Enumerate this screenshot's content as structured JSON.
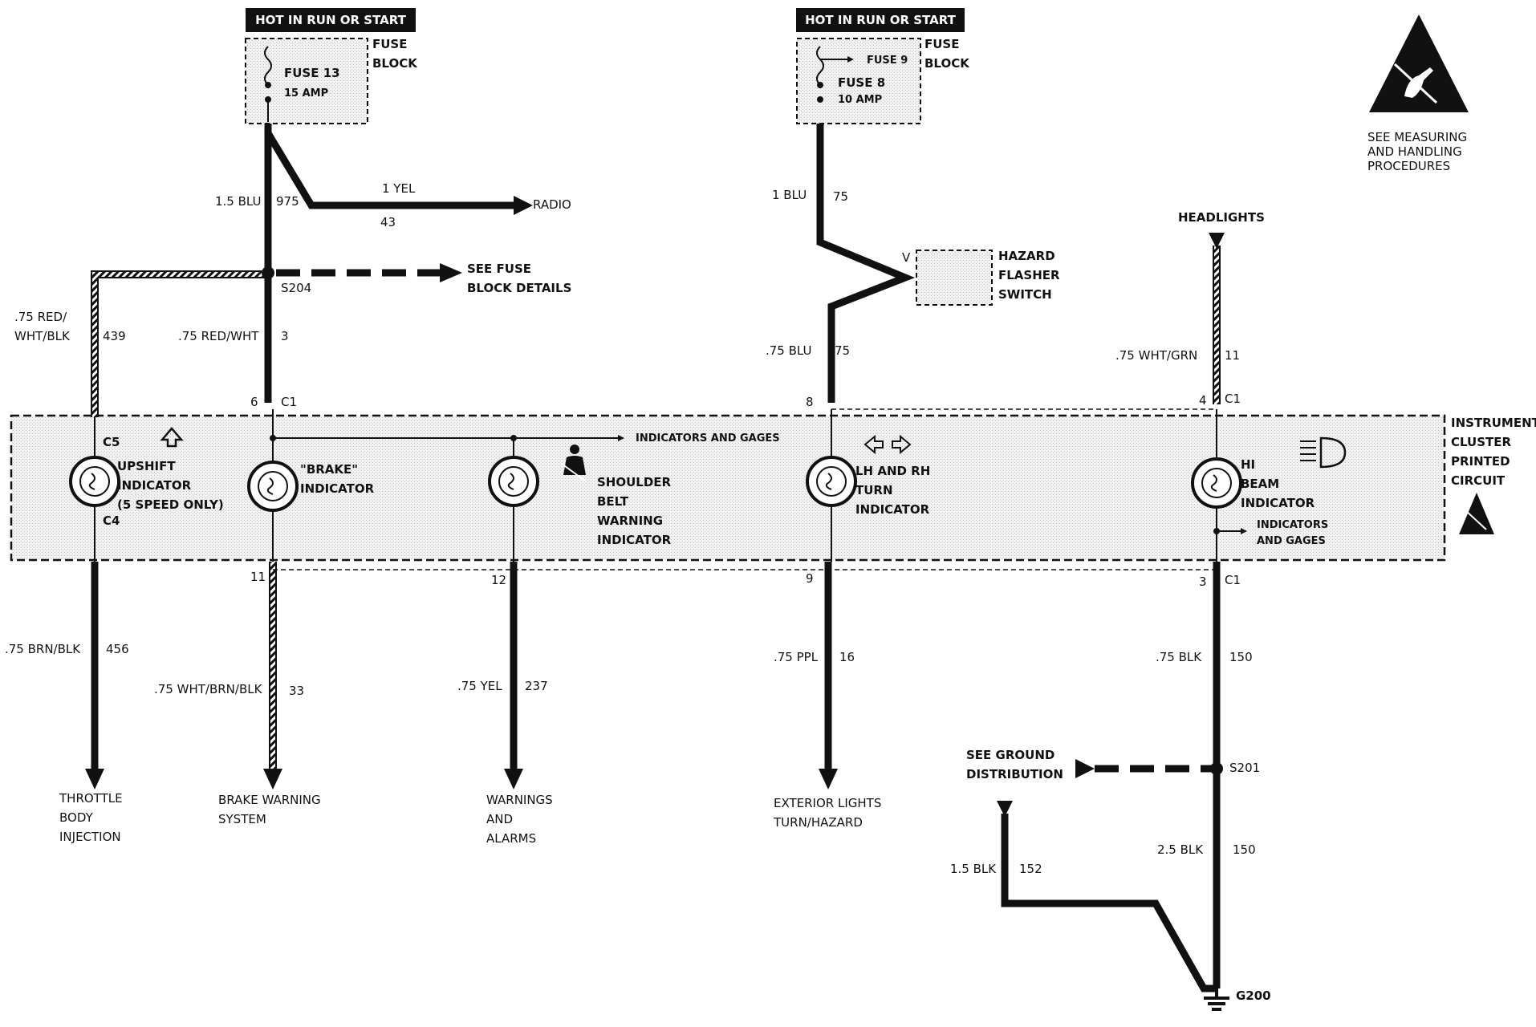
{
  "fuse_left": {
    "hot_label": "HOT IN RUN OR START",
    "block_label": [
      "FUSE",
      "BLOCK"
    ],
    "fuse_name": "FUSE 13",
    "fuse_rating": "15 AMP"
  },
  "fuse_right": {
    "hot_label": "HOT IN RUN OR START",
    "block_label": [
      "FUSE",
      "BLOCK"
    ],
    "fuse9_top": "FUSE 9",
    "fuse_name": "FUSE 8",
    "fuse_rating": "10 AMP"
  },
  "esd_notice": [
    "SEE MEASURING",
    "AND HANDLING",
    "PROCEDURES"
  ],
  "wires": {
    "w975": {
      "gauge": "1.5 BLU",
      "circuit": "975"
    },
    "radio": {
      "gauge": "1 YEL",
      "circuit": "43",
      "dest": "RADIO"
    },
    "fuse_details": [
      "SEE FUSE",
      "BLOCK DETAILS"
    ],
    "splice_s204": "S204",
    "w439": {
      "gauge": [
        ".75 RED/",
        "WHT/BLK"
      ],
      "circuit": "439"
    },
    "w3": {
      "gauge": ".75 RED/WHT",
      "circuit": "3"
    },
    "w75a": {
      "gauge": "1 BLU",
      "circuit": "75"
    },
    "w75b": {
      "gauge": ".75 BLU",
      "circuit": "75"
    },
    "hazard": {
      "pin": "V",
      "label": [
        "HAZARD",
        "FLASHER",
        "SWITCH"
      ]
    },
    "headlights": "HEADLIGHTS",
    "w11": {
      "gauge": ".75 WHT/GRN",
      "circuit": "11"
    },
    "w456": {
      "gauge": ".75 BRN/BLK",
      "circuit": "456"
    },
    "w33": {
      "gauge": ".75 WHT/BRN/BLK",
      "circuit": "33"
    },
    "w237": {
      "gauge": ".75 YEL",
      "circuit": "237"
    },
    "w16": {
      "gauge": ".75 PPL",
      "circuit": "16"
    },
    "w150a": {
      "gauge": ".75 BLK",
      "circuit": "150"
    },
    "w150b": {
      "gauge": "2.5 BLK",
      "circuit": "150"
    },
    "w152": {
      "gauge": "1.5 BLK",
      "circuit": "152"
    },
    "ground_dist": [
      "SEE GROUND",
      "DISTRIBUTION"
    ],
    "splice_s201": "S201",
    "ground_g200": "G200"
  },
  "connectors": {
    "c6": "6",
    "c1_a": "C1",
    "c8": "8",
    "c4": "4",
    "c1_b": "C1",
    "c5": "C5",
    "c4_lower": "C4",
    "c11": "11",
    "c12": "12",
    "c9": "9",
    "c3": "3",
    "c1_c": "C1"
  },
  "cluster": {
    "label": [
      "INSTRUMENT",
      "CLUSTER",
      "PRINTED",
      "CIRCUIT"
    ],
    "indicators_gages_top": "INDICATORS AND GAGES",
    "upshift": [
      "UPSHIFT",
      "INDICATOR",
      "(5 SPEED ONLY)"
    ],
    "brake": [
      "\"BRAKE\"",
      "INDICATOR"
    ],
    "belt": [
      "SHOULDER",
      "BELT",
      "WARNING",
      "INDICATOR"
    ],
    "turn": [
      "LH AND RH",
      "TURN",
      "INDICATOR"
    ],
    "hibeam": [
      "HI",
      "BEAM",
      "INDICATOR"
    ],
    "indicators_gages_right": [
      "INDICATORS",
      "AND GAGES"
    ]
  },
  "destinations": {
    "throttle": [
      "THROTTLE",
      "BODY",
      "INJECTION"
    ],
    "brake_sys": [
      "BRAKE WARNING",
      "SYSTEM"
    ],
    "warnings": [
      "WARNINGS",
      "AND",
      "ALARMS"
    ],
    "exterior": [
      "EXTERIOR LIGHTS",
      "TURN/HAZARD"
    ]
  }
}
